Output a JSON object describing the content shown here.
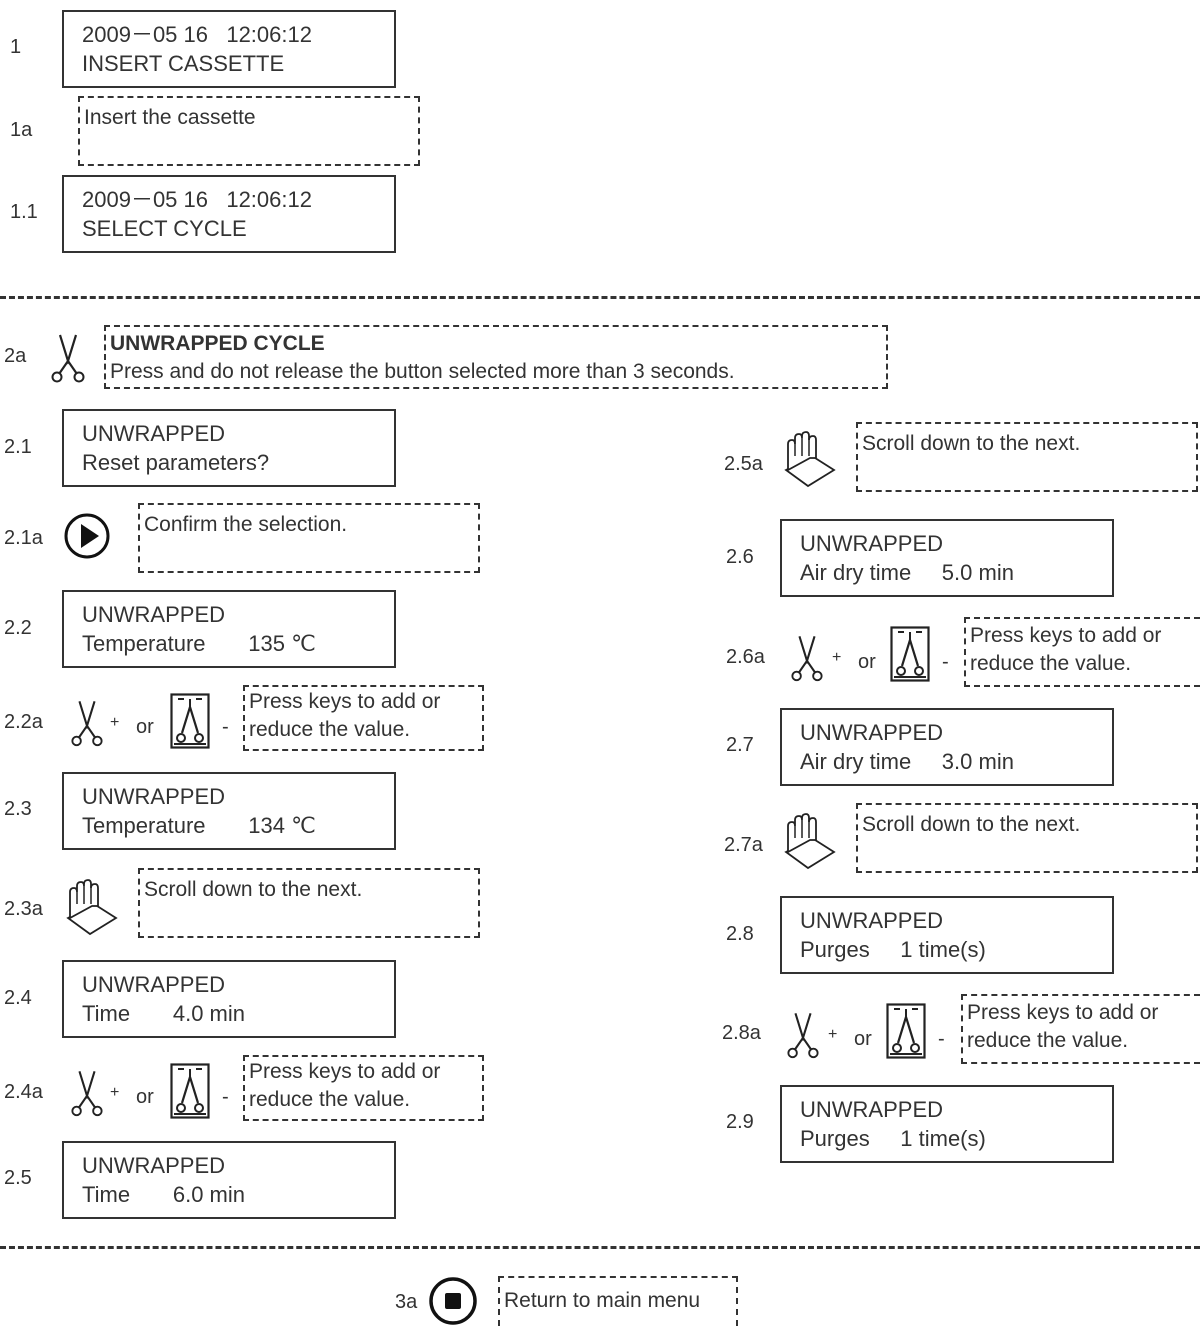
{
  "section1": {
    "s1": {
      "step": "1",
      "line1": "2009－05 16   12:06:12",
      "line2": "INSERT CASSETTE"
    },
    "s1a": {
      "step": "1a",
      "text": "Insert the cassette"
    },
    "s11": {
      "step": "1.1",
      "line1": "2009－05 16   12:06:12",
      "line2": "SELECT CYCLE"
    }
  },
  "section2": {
    "s2a": {
      "step": "2a",
      "title": "UNWRAPPED CYCLE",
      "text": "Press and do not release the button selected more than 3 seconds."
    },
    "s21": {
      "step": "2.1",
      "line1": "UNWRAPPED",
      "line2": "Reset parameters?"
    },
    "s21a": {
      "step": "2.1a",
      "text": "Confirm the selection."
    },
    "s22": {
      "step": "2.2",
      "line1": "UNWRAPPED",
      "line2": "Temperature       135 ℃"
    },
    "s22a": {
      "step": "2.2a",
      "plus": "+",
      "or": "or",
      "minus": "-",
      "line1": "Press keys to add or",
      "line2": "reduce the value."
    },
    "s23": {
      "step": "2.3",
      "line1": "UNWRAPPED",
      "line2": "Temperature       134 ℃"
    },
    "s23a": {
      "step": "2.3a",
      "text": "Scroll down to the next."
    },
    "s24": {
      "step": "2.4",
      "line1": "UNWRAPPED",
      "line2": "Time       4.0 min"
    },
    "s24a": {
      "step": "2.4a",
      "plus": "+",
      "or": "or",
      "minus": "-",
      "line1": "Press keys to add or",
      "line2": "reduce the value."
    },
    "s25": {
      "step": "2.5",
      "line1": "UNWRAPPED",
      "line2": "Time       6.0 min"
    },
    "s25a": {
      "step": "2.5a",
      "text": "Scroll down to the next."
    },
    "s26": {
      "step": "2.6",
      "line1": "UNWRAPPED",
      "line2": "Air dry time     5.0 min"
    },
    "s26a": {
      "step": "2.6a",
      "plus": "+",
      "or": "or",
      "minus": "-",
      "line1": "Press keys to add or",
      "line2": "reduce the value."
    },
    "s27": {
      "step": "2.7",
      "line1": "UNWRAPPED",
      "line2": "Air dry time     3.0 min"
    },
    "s27a": {
      "step": "2.7a",
      "text": "Scroll down to the next."
    },
    "s28": {
      "step": "2.8",
      "line1": "UNWRAPPED",
      "line2": "Purges     1 time(s)"
    },
    "s28a": {
      "step": "2.8a",
      "plus": "+",
      "or": "or",
      "minus": "-",
      "line1": "Press keys to add or",
      "line2": "reduce the value."
    },
    "s29": {
      "step": "2.9",
      "line1": "UNWRAPPED",
      "line2": "Purges     1 time(s)"
    }
  },
  "section3": {
    "s3a": {
      "step": "3a",
      "text": "Return to main menu"
    }
  },
  "icons": {
    "scissors": "scissors-icon",
    "clamp": "clamp-icon",
    "hand": "hand-scroll-icon",
    "play": "play-icon",
    "stop": "stop-icon"
  }
}
